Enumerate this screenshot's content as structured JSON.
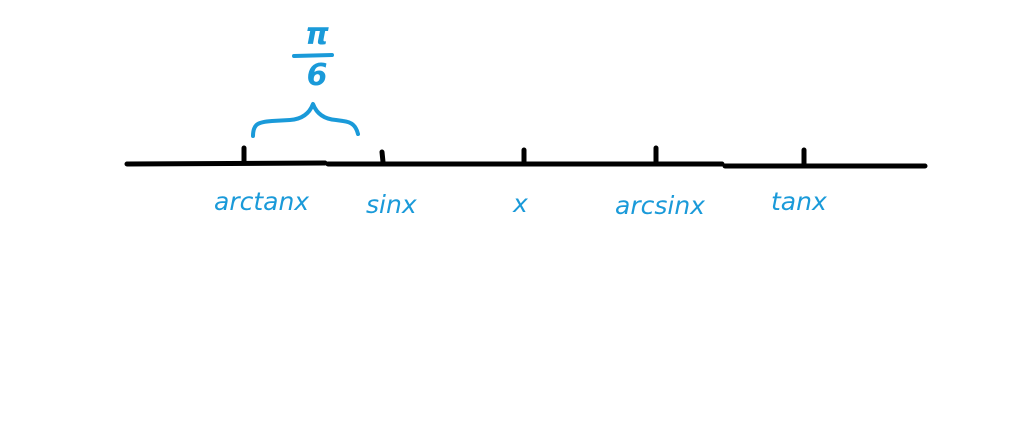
{
  "colors": {
    "axis": "#000000",
    "ink": "#1a9ad9",
    "background": "#ffffff"
  },
  "ticks": [
    {
      "id": "arctanx",
      "label": "arctanx"
    },
    {
      "id": "sinx",
      "label": "sinx"
    },
    {
      "id": "x",
      "label": "x"
    },
    {
      "id": "arcsinx",
      "label": "arcsinx"
    },
    {
      "id": "tanx",
      "label": "tanx"
    }
  ],
  "annotation": {
    "numerator": "π",
    "denominator": "6"
  }
}
